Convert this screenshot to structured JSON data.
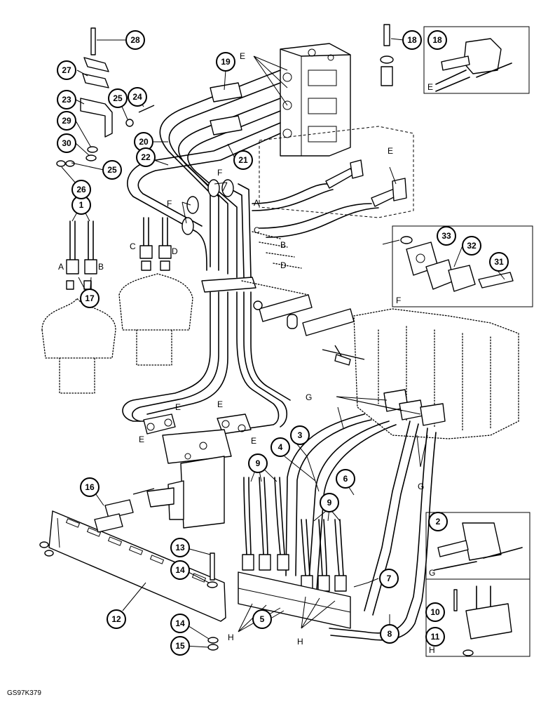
{
  "callouts": [
    "1",
    "2",
    "3",
    "4",
    "5",
    "6",
    "7",
    "8",
    "9",
    "9",
    "10",
    "11",
    "12",
    "13",
    "14",
    "14",
    "15",
    "16",
    "17",
    "18",
    "18",
    "19",
    "20",
    "21",
    "22",
    "23",
    "24",
    "25",
    "25",
    "26",
    "27",
    "28",
    "29",
    "30",
    "31",
    "32",
    "33"
  ],
  "letters": {
    "A": "A",
    "B": "B",
    "C": "C",
    "D": "D",
    "E": "E",
    "F": "F",
    "G": "G",
    "H": "H"
  },
  "figure_code": "GS97K379"
}
